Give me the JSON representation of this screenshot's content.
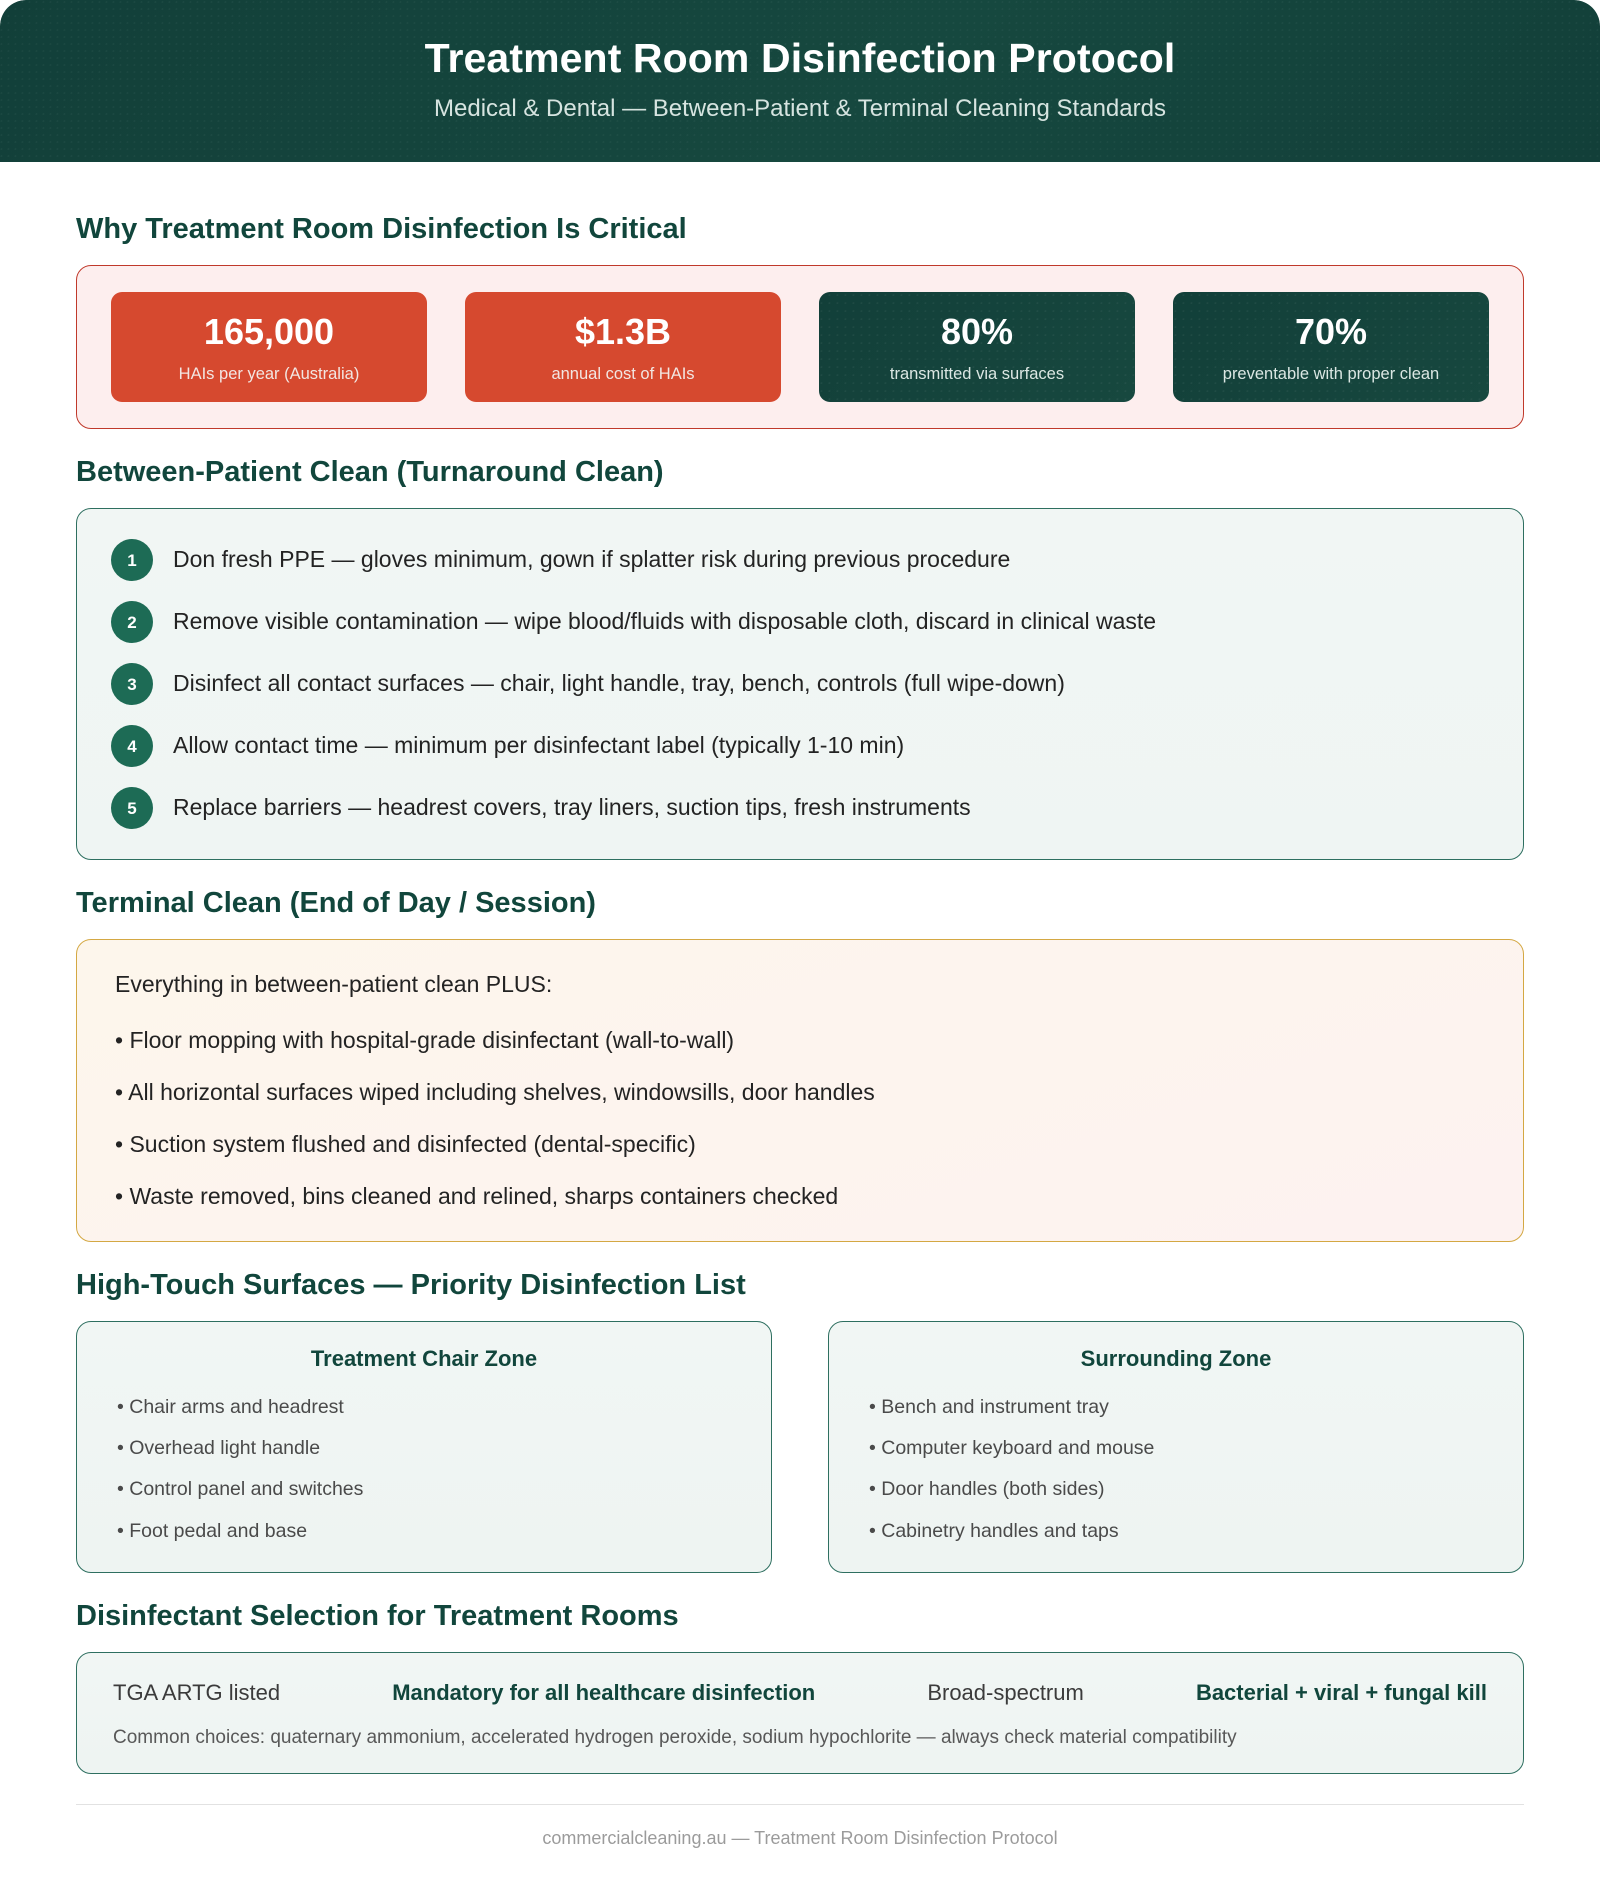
{
  "header": {
    "title": "Treatment Room Disinfection Protocol",
    "subtitle": "Medical & Dental — Between-Patient & Terminal Cleaning Standards"
  },
  "why_section": {
    "title": "Why Treatment Room Disinfection Is Critical",
    "stats": [
      {
        "value": "165,000",
        "label": "HAIs per year (Australia)",
        "tone": "red"
      },
      {
        "value": "$1.3B",
        "label": "annual cost of HAIs",
        "tone": "red"
      },
      {
        "value": "80%",
        "label": "transmitted via surfaces",
        "tone": "green"
      },
      {
        "value": "70%",
        "label": "preventable with proper clean",
        "tone": "green"
      }
    ]
  },
  "between_patient": {
    "title": "Between-Patient Clean (Turnaround Clean)",
    "steps": [
      {
        "num": "1",
        "text": "Don fresh PPE — gloves minimum, gown if splatter risk during previous procedure"
      },
      {
        "num": "2",
        "text": "Remove visible contamination — wipe blood/fluids with disposable cloth, discard in clinical waste"
      },
      {
        "num": "3",
        "text": "Disinfect all contact surfaces — chair, light handle, tray, bench, controls (full wipe-down)"
      },
      {
        "num": "4",
        "text": "Allow contact time — minimum per disinfectant label (typically 1-10 min)"
      },
      {
        "num": "5",
        "text": "Replace barriers — headrest covers, tray liners, suction tips, fresh instruments"
      }
    ]
  },
  "terminal_clean": {
    "title": "Terminal Clean (End of Day / Session)",
    "intro": "Everything in between-patient clean PLUS:",
    "items": [
      "• Floor mopping with hospital-grade disinfectant (wall-to-wall)",
      "• All horizontal surfaces wiped including shelves, windowsills, door handles",
      "• Suction system flushed and disinfected (dental-specific)",
      "• Waste removed, bins cleaned and relined, sharps containers checked"
    ]
  },
  "high_touch": {
    "title": "High-Touch Surfaces — Priority Disinfection List",
    "zones": [
      {
        "title": "Treatment Chair Zone",
        "items": [
          "• Chair arms and headrest",
          "• Overhead light handle",
          "• Control panel and switches",
          "• Foot pedal and base"
        ]
      },
      {
        "title": "Surrounding Zone",
        "items": [
          "• Bench and instrument tray",
          "• Computer keyboard and mouse",
          "• Door handles (both sides)",
          "• Cabinetry handles and taps"
        ]
      }
    ]
  },
  "disinfectant": {
    "title": "Disinfectant Selection for Treatment Rooms",
    "chips": [
      {
        "text": "TGA ARTG listed",
        "emphasis": "plain"
      },
      {
        "text": "Mandatory for all healthcare disinfection",
        "emphasis": "bold"
      },
      {
        "text": "Broad-spectrum",
        "emphasis": "plain"
      },
      {
        "text": "Bacterial + viral + fungal kill",
        "emphasis": "bold"
      }
    ],
    "note": "Common choices: quaternary ammonium, accelerated hydrogen peroxide, sodium hypochlorite — always check material compatibility"
  },
  "footer": {
    "text": "commercialcleaning.au — Treatment Room Disinfection Protocol"
  },
  "colors": {
    "brand_dark_green": "#123f39",
    "heading_green": "#11463c",
    "alert_red": "#c0392b",
    "stat_red": "#d6492f",
    "accent_gold": "#d4a843",
    "step_badge": "#1d6b55"
  }
}
